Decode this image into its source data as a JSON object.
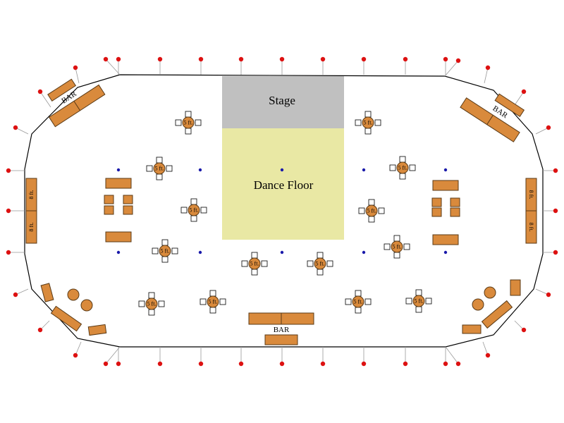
{
  "labels": {
    "stage": "Stage",
    "dance_floor": "Dance Floor",
    "bar": "BAR",
    "table_size": "8 ft.",
    "round_table_size": "5 ft."
  },
  "colors": {
    "stage": "#c0c0c0",
    "dance_floor": "#e9e8a4",
    "furniture": "#d98a3c",
    "furniture_stroke": "#5a3a16",
    "post": "#dd1111",
    "light": "#1a1aaa",
    "outline": "#000000",
    "chair_fill": "#ffffff"
  },
  "icons": {
    "post": "red-dot-icon",
    "light": "blue-dot-icon",
    "chair": "square-chair-icon"
  },
  "counts": {
    "round_tables": 18,
    "bars": 3
  }
}
